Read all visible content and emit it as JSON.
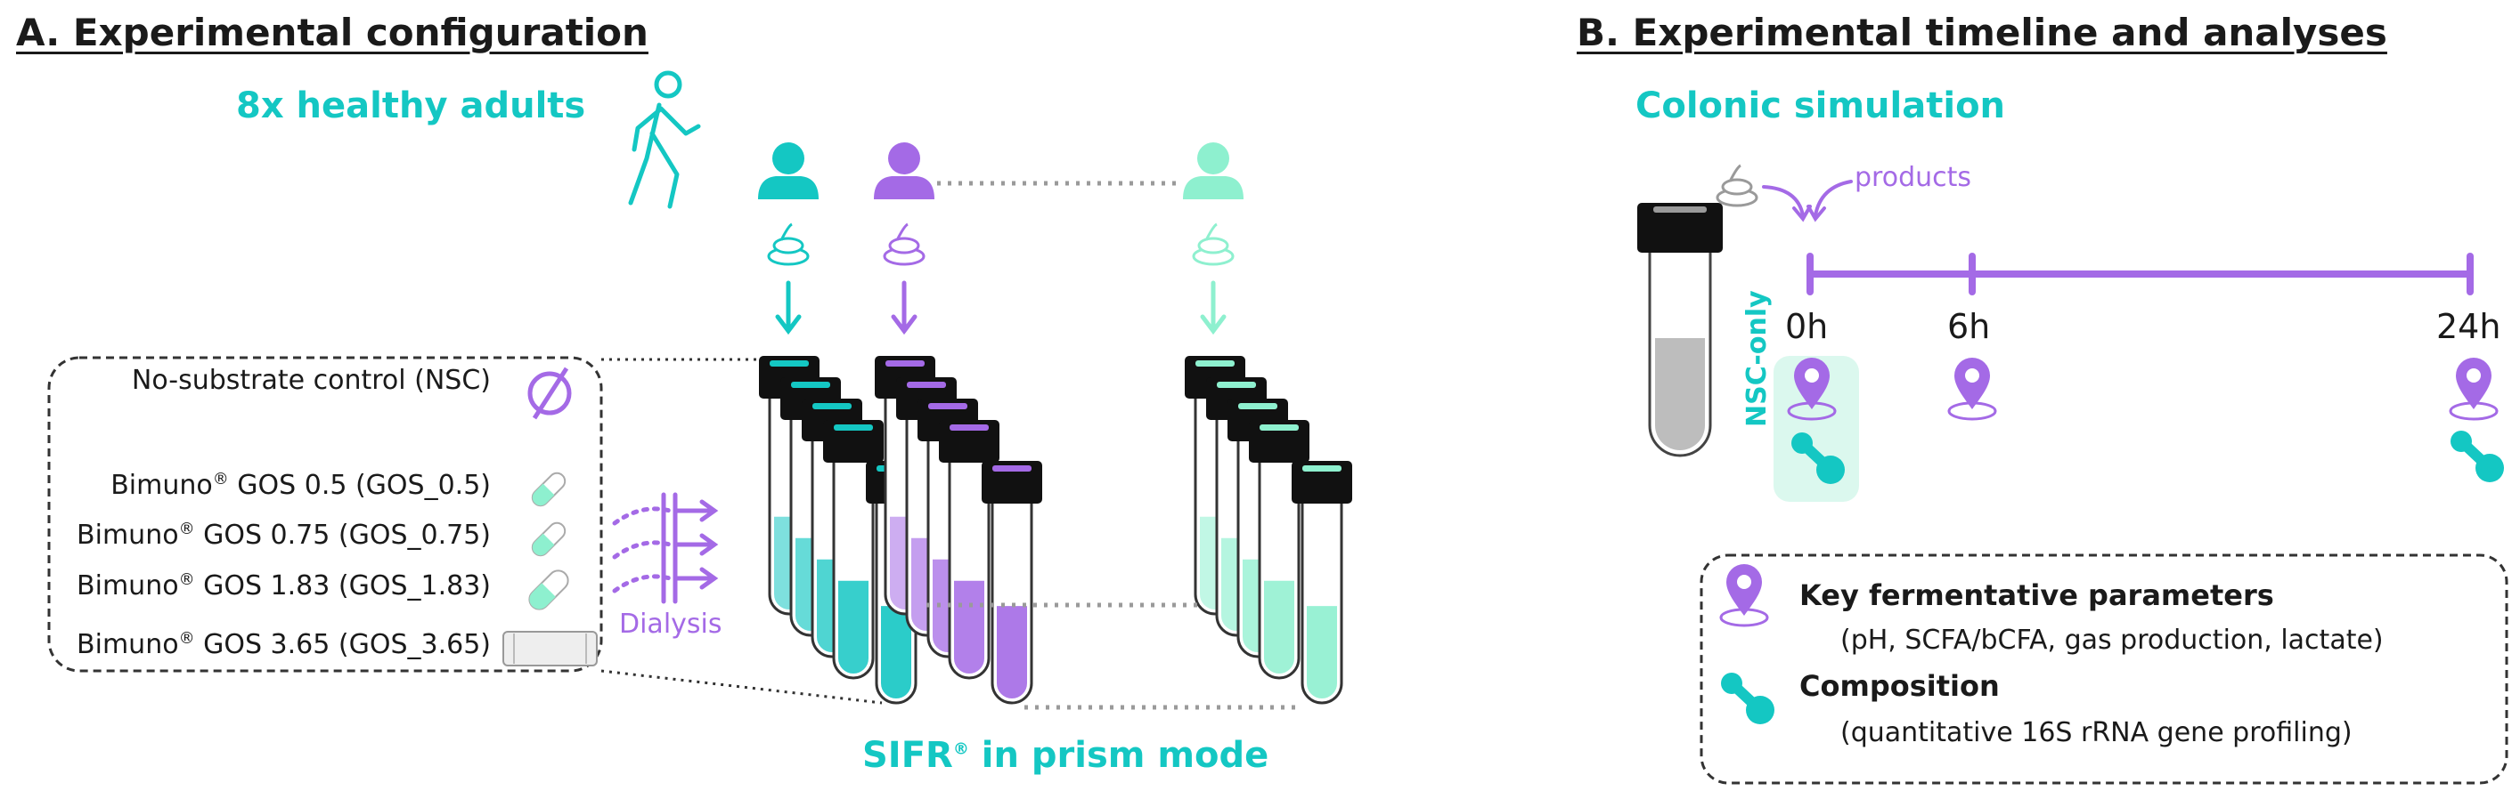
{
  "panel_a": {
    "title": "A. Experimental configuration",
    "donors_label": "8x healthy adults",
    "conditions": [
      {
        "prefix": "",
        "sup": "",
        "label": "No-substrate control (NSC)",
        "icon": "empty-set-icon"
      },
      {
        "prefix": "Bimuno",
        "sup": "®",
        "label": " GOS 0.5 (GOS_0.5)",
        "icon": "capsule-icon"
      },
      {
        "prefix": "Bimuno",
        "sup": "®",
        "label": " GOS 0.75 (GOS_0.75)",
        "icon": "capsule-icon"
      },
      {
        "prefix": "Bimuno",
        "sup": "®",
        "label": " GOS 1.83 (GOS_1.83)",
        "icon": "capsule-icon"
      },
      {
        "prefix": "Bimuno",
        "sup": "®",
        "label": " GOS 3.65 (GOS_3.65)",
        "icon": "sachet-icon"
      }
    ],
    "dialysis_label": "Dialysis",
    "sifr_prefix": "SIFR",
    "sifr_sup": "®",
    "sifr_suffix": " in prism mode"
  },
  "panel_b": {
    "title": "B. Experimental timeline and analyses",
    "subtitle": "Colonic simulation",
    "products_label": "products",
    "timepoints": [
      "0h",
      "6h",
      "24h"
    ],
    "nsc_only_label": "NSC-only",
    "legend": [
      {
        "title": "Key fermentative parameters",
        "detail": "(pH, SCFA/bCFA, gas production, lactate)",
        "icon": "location-pin-icon"
      },
      {
        "title": "Composition",
        "detail": "(quantitative 16S rRNA gene profiling)",
        "icon": "molecule-icon"
      }
    ]
  },
  "colors": {
    "teal": "#14c7c3",
    "purple": "#a46ae6",
    "mint": "#8ef0cf",
    "black": "#111111"
  }
}
